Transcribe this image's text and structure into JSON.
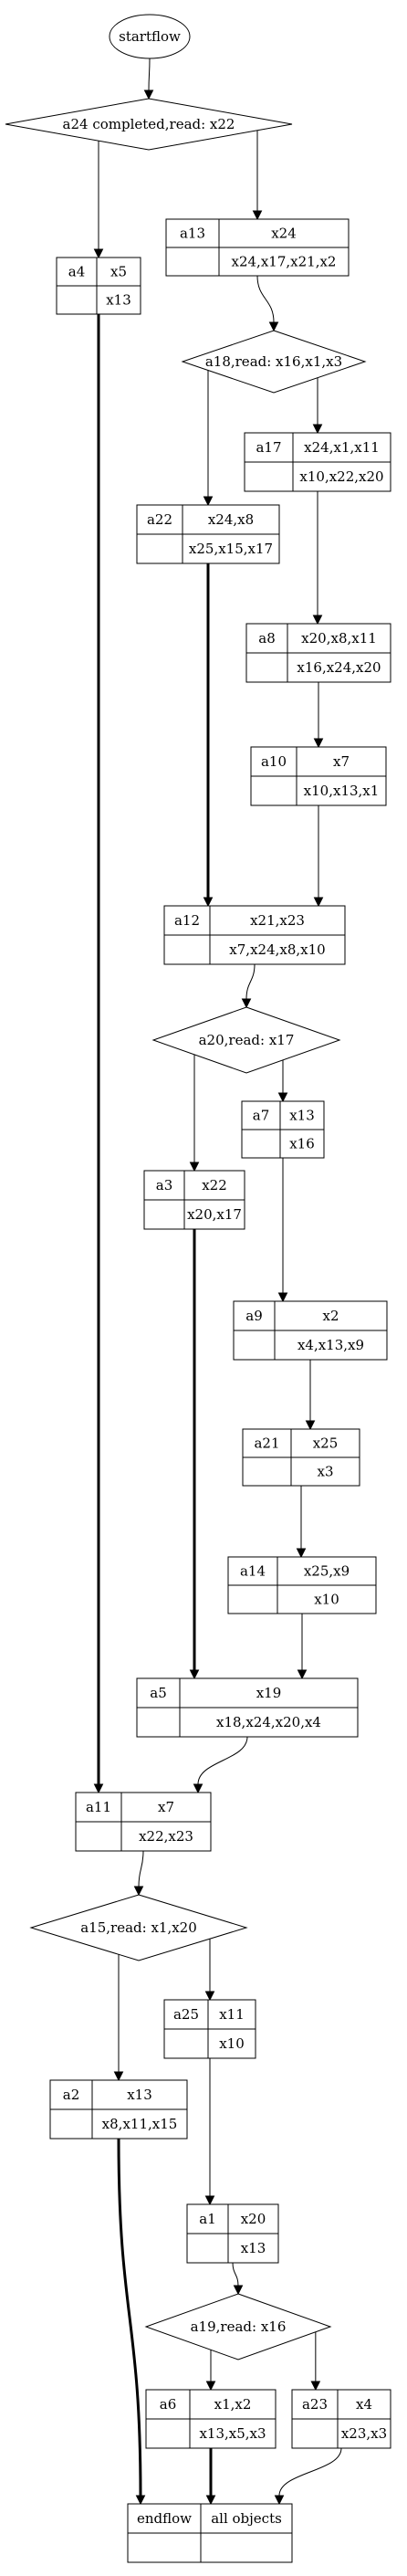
{
  "nodes": [
    {
      "id": "startflow",
      "kind": "ellipse",
      "label": "startflow"
    },
    {
      "id": "d_a24",
      "kind": "diamond",
      "label": "a24 completed,read: x22"
    },
    {
      "id": "a13",
      "kind": "box",
      "name": "a13",
      "top": "x24",
      "bottom": "x24,x17,x21,x2"
    },
    {
      "id": "a4",
      "kind": "box",
      "name": "a4",
      "top": "x5",
      "bottom": "x13"
    },
    {
      "id": "d_a18",
      "kind": "diamond",
      "label": "a18,read: x16,x1,x3"
    },
    {
      "id": "a17",
      "kind": "box",
      "name": "a17",
      "top": "x24,x1,x11",
      "bottom": "x10,x22,x20"
    },
    {
      "id": "a22",
      "kind": "box",
      "name": "a22",
      "top": "x24,x8",
      "bottom": "x25,x15,x17"
    },
    {
      "id": "a8",
      "kind": "box",
      "name": "a8",
      "top": "x20,x8,x11",
      "bottom": "x16,x24,x20"
    },
    {
      "id": "a10",
      "kind": "box",
      "name": "a10",
      "top": "x7",
      "bottom": "x10,x13,x1"
    },
    {
      "id": "a12",
      "kind": "box",
      "name": "a12",
      "top": "x21,x23",
      "bottom": "x7,x24,x8,x10"
    },
    {
      "id": "d_a20",
      "kind": "diamond",
      "label": "a20,read: x17"
    },
    {
      "id": "a7",
      "kind": "box",
      "name": "a7",
      "top": "x13",
      "bottom": "x16"
    },
    {
      "id": "a3",
      "kind": "box",
      "name": "a3",
      "top": "x22",
      "bottom": "x20,x17"
    },
    {
      "id": "a9",
      "kind": "box",
      "name": "a9",
      "top": "x2",
      "bottom": "x4,x13,x9"
    },
    {
      "id": "a21",
      "kind": "box",
      "name": "a21",
      "top": "x25",
      "bottom": "x3"
    },
    {
      "id": "a14",
      "kind": "box",
      "name": "a14",
      "top": "x25,x9",
      "bottom": "x10"
    },
    {
      "id": "a5",
      "kind": "box",
      "name": "a5",
      "top": "x19",
      "bottom": "x18,x24,x20,x4"
    },
    {
      "id": "a11",
      "kind": "box",
      "name": "a11",
      "top": "x7",
      "bottom": "x22,x23"
    },
    {
      "id": "d_a15",
      "kind": "diamond",
      "label": "a15,read: x1,x20"
    },
    {
      "id": "a25",
      "kind": "box",
      "name": "a25",
      "top": "x11",
      "bottom": "x10"
    },
    {
      "id": "a2",
      "kind": "box",
      "name": "a2",
      "top": "x13",
      "bottom": "x8,x11,x15"
    },
    {
      "id": "a1",
      "kind": "box",
      "name": "a1",
      "top": "x20",
      "bottom": "x13"
    },
    {
      "id": "d_a19",
      "kind": "diamond",
      "label": "a19,read: x16"
    },
    {
      "id": "a6",
      "kind": "box",
      "name": "a6",
      "top": "x1,x2",
      "bottom": "x13,x5,x3"
    },
    {
      "id": "a23",
      "kind": "box",
      "name": "a23",
      "top": "x4",
      "bottom": "x23,x3"
    },
    {
      "id": "endflow",
      "kind": "endbox",
      "left": "endflow",
      "right": "all objects"
    }
  ],
  "edges": [
    {
      "from": "startflow",
      "to": "d_a24"
    },
    {
      "from": "d_a24",
      "to": "a13"
    },
    {
      "from": "d_a24",
      "to": "a4"
    },
    {
      "from": "a13",
      "to": "d_a18"
    },
    {
      "from": "d_a18",
      "to": "a17"
    },
    {
      "from": "d_a18",
      "to": "a22"
    },
    {
      "from": "a17",
      "to": "a8"
    },
    {
      "from": "a8",
      "to": "a10"
    },
    {
      "from": "a10",
      "to": "a12"
    },
    {
      "from": "a22",
      "to": "a12",
      "bold": true
    },
    {
      "from": "a12",
      "to": "d_a20"
    },
    {
      "from": "d_a20",
      "to": "a7"
    },
    {
      "from": "d_a20",
      "to": "a3"
    },
    {
      "from": "a7",
      "to": "a9"
    },
    {
      "from": "a9",
      "to": "a21"
    },
    {
      "from": "a21",
      "to": "a14"
    },
    {
      "from": "a14",
      "to": "a5"
    },
    {
      "from": "a3",
      "to": "a5",
      "bold": true
    },
    {
      "from": "a4",
      "to": "a11",
      "bold": true
    },
    {
      "from": "a5",
      "to": "a11"
    },
    {
      "from": "a11",
      "to": "d_a15"
    },
    {
      "from": "d_a15",
      "to": "a25"
    },
    {
      "from": "d_a15",
      "to": "a2"
    },
    {
      "from": "a25",
      "to": "a1"
    },
    {
      "from": "a1",
      "to": "d_a19"
    },
    {
      "from": "d_a19",
      "to": "a6"
    },
    {
      "from": "d_a19",
      "to": "a23"
    },
    {
      "from": "a6",
      "to": "endflow",
      "bold": true
    },
    {
      "from": "a2",
      "to": "endflow",
      "bold": true
    },
    {
      "from": "a23",
      "to": "endflow"
    }
  ]
}
